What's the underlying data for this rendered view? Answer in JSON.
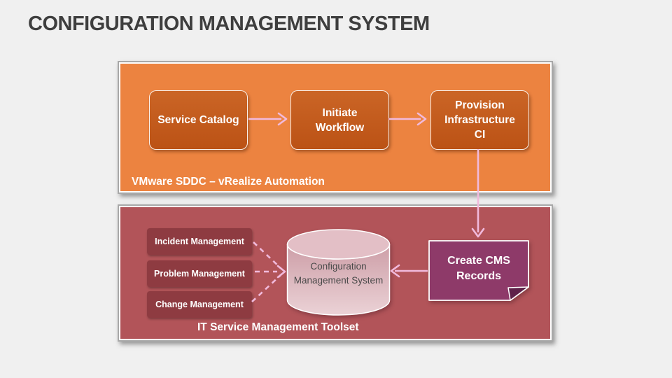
{
  "title": "CONFIGURATION MANAGEMENT SYSTEM",
  "colors": {
    "page_bg": "#f0f0f0",
    "title_text": "#3e3e3e",
    "orange_panel": "#ec8340",
    "orange_box_top": "#cb6526",
    "orange_box_bottom": "#bb5215",
    "red_panel": "#b25459",
    "red_box": "#8e3b41",
    "plum_box": "#8e3a69",
    "plum_fold": "#5e2149",
    "cylinder_top": "#e3bfc6",
    "cylinder_body_light": "#ebd2d6",
    "cylinder_body_dark": "#cd9ea7",
    "cylinder_text": "#4a4a4a",
    "arrow": "#f1badc",
    "panel_border": "#a8a8a8",
    "white_text": "#ffffff"
  },
  "vmware_panel": {
    "label": "VMware SDDC – vRealize Automation",
    "nodes": [
      {
        "label": "Service Catalog"
      },
      {
        "label": "Initiate Workflow"
      },
      {
        "label": "Provision Infrastructure CI"
      }
    ]
  },
  "itsm_panel": {
    "label": "IT Service Management Toolset",
    "sources": [
      {
        "label": "Incident Management"
      },
      {
        "label": "Problem Management"
      },
      {
        "label": "Change Management"
      }
    ],
    "database": {
      "label": "Configuration Management System"
    },
    "cms_node": {
      "label": "Create CMS Records"
    }
  }
}
